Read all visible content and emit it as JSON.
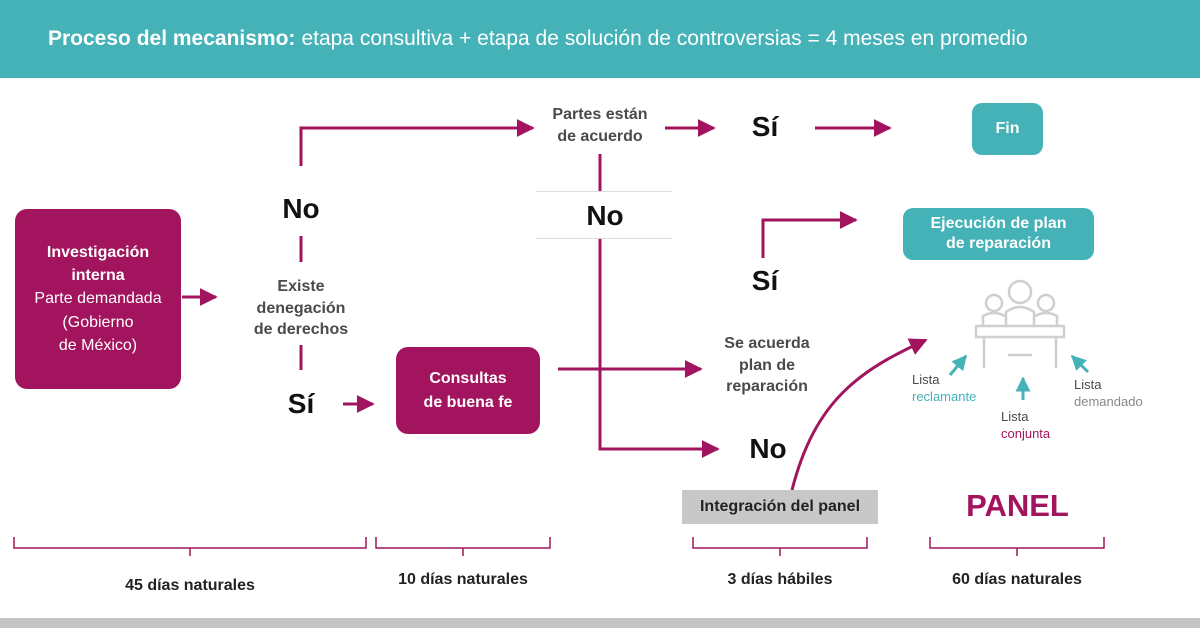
{
  "header": {
    "bold_text": "Proceso del mecanismo:",
    "rest_text": "etapa consultiva + etapa de solución de controversias = 4 meses en promedio"
  },
  "investigation": {
    "line1": "Investigación",
    "line2": "interna",
    "line3": "Parte demandada",
    "line4": "(Gobierno",
    "line5": "de México)"
  },
  "question_denial": {
    "line1": "Existe",
    "line2": "denegación",
    "line3": "de derechos"
  },
  "answers": {
    "no_top": "No",
    "si_bottom": "Sí",
    "no_middle": "No",
    "si_top": "Sí",
    "si_mid": "Sí",
    "no_bottom": "No"
  },
  "consultas": {
    "line1": "Consultas",
    "line2": "de buena fe"
  },
  "agreement": {
    "line1": "Partes están",
    "line2": "de acuerdo"
  },
  "plan_agreed": {
    "line1": "Se acuerda",
    "line2": "plan de",
    "line3": "reparación"
  },
  "fin": "Fin",
  "ejecucion": {
    "line1": "Ejecución de plan",
    "line2": "de reparación"
  },
  "integracion": "Integración del panel",
  "panel": {
    "title": "PANEL",
    "lista_reclamante_1": "Lista",
    "lista_reclamante_2": "reclamante",
    "lista_conjunta_1": "Lista",
    "lista_conjunta_2": "conjunta",
    "lista_demandado_1": "Lista",
    "lista_demandado_2": "demandado"
  },
  "durations": {
    "d1": "45 días naturales",
    "d2": "10 días naturales",
    "d3": "3 días hábiles",
    "d4": "60 días naturales"
  },
  "colors": {
    "magenta": "#a2145d",
    "teal": "#45b2b8",
    "gray": "#c8c8c8"
  },
  "icons": [
    "panel-table-icon"
  ]
}
